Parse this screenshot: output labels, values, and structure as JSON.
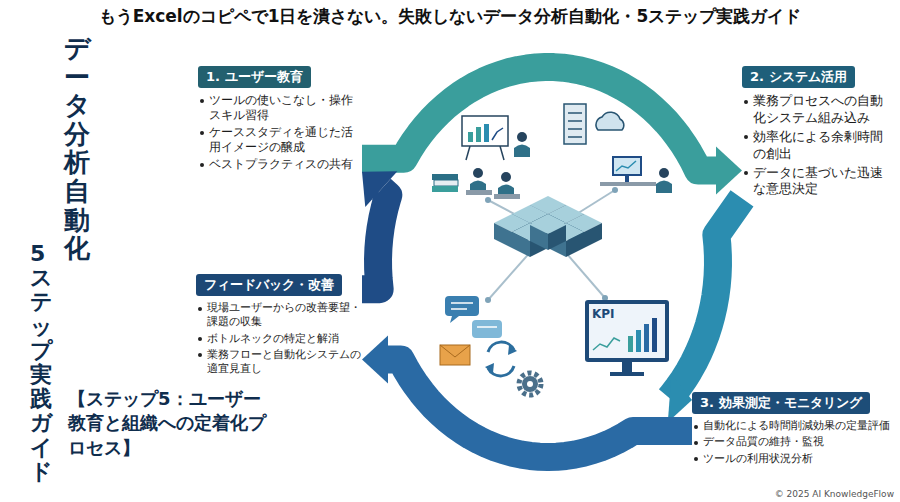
{
  "diagram": {
    "title": "もうExcelのコピペで1日を潰さない。失敗しないデータ分析自動化・5ステップ実践ガイド",
    "nodes": [
      {
        "text": [
          "1. ユーザー教育",
          "ツールの使いこなし・操作スキル習得",
          "ケーススタディを通じた活用イメージの醸成",
          "ベストプラクティスの共有"
        ]
      },
      {
        "text": [
          "2. システム活用",
          "業務プロセスへの自動化システム組み込み",
          "効率化による余剰時間の創出",
          "データに基づいた迅速な意思決定"
        ]
      },
      {
        "text": [
          "3. 効果測定・モニタリング",
          "自動化による時間削減効果の定量評価",
          "データ品質の維持・監視",
          "ツールの利用状況分析"
        ]
      },
      {
        "text": [
          "フィードバック・改善",
          "現場ユーザーからの改善要望・課題の収集",
          "ボトルネックの特定と解消",
          "業務フローと自動化システムの適宜見直し"
        ]
      }
    ],
    "edges": [
      {
        "from": 0,
        "to": 1,
        "arrow": "to"
      },
      {
        "from": 1,
        "to": 2,
        "arrow": "to"
      },
      {
        "from": 2,
        "to": 3,
        "arrow": "to"
      },
      {
        "from": 3,
        "to": 0,
        "arrow": "to"
      }
    ],
    "labels": [
      "データ分析自動化",
      "5ステップ実践ガイド",
      "【ステップ5：ユーザー教育と組織への定着化プロセス】",
      "KPI",
      "© 2025 AI KnowledgeFlow"
    ]
  }
}
